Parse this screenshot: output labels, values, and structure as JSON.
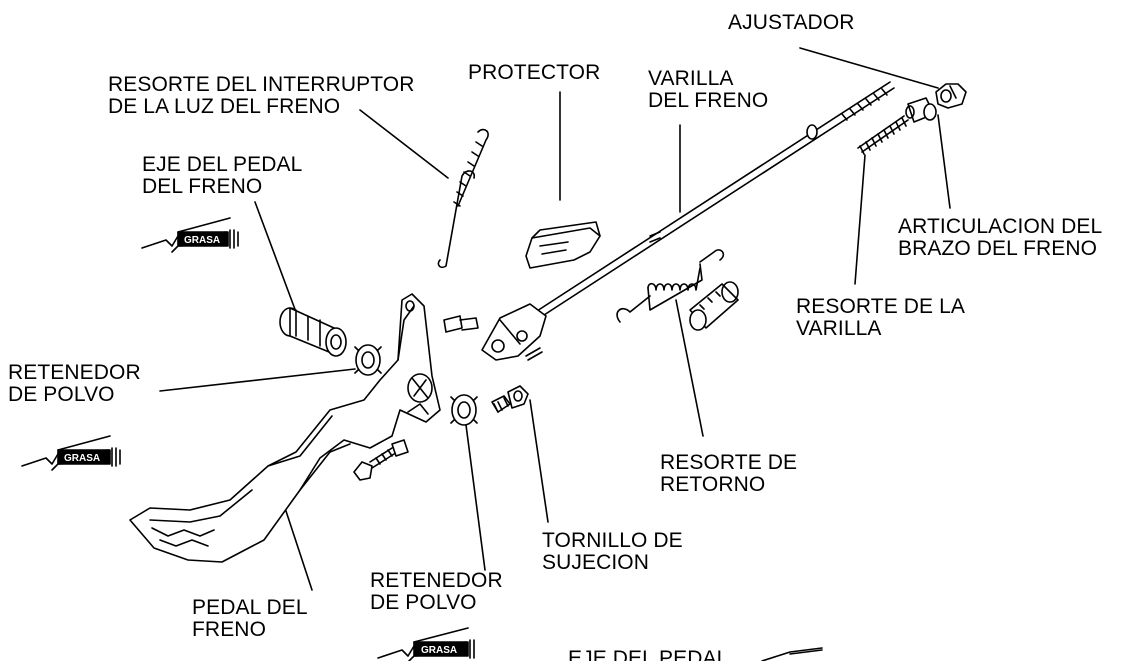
{
  "labels": {
    "ajustador": [
      "AJUSTADOR"
    ],
    "resorte_interruptor": [
      "RESORTE DEL INTERRUPTOR",
      "DE LA LUZ DEL FRENO"
    ],
    "protector": [
      "PROTECTOR"
    ],
    "varilla": [
      "VARILLA",
      "DEL FRENO"
    ],
    "eje_pedal": [
      "EJE DEL PEDAL",
      "DEL FRENO"
    ],
    "articulacion": [
      "ARTICULACION DEL",
      "BRAZO DEL FRENO"
    ],
    "resorte_varilla": [
      "RESORTE DE LA",
      "VARILLA"
    ],
    "retenedor_1": [
      "RETENEDOR",
      "DE POLVO"
    ],
    "resorte_retorno": [
      "RESORTE DE",
      "RETORNO"
    ],
    "tornillo": [
      "TORNILLO DE",
      "SUJECION"
    ],
    "retenedor_2": [
      "RETENEDOR",
      "DE POLVO"
    ],
    "pedal": [
      "PEDAL DEL",
      "FRENO"
    ],
    "eje_pedal_cut": [
      "EJE DEL PEDAL"
    ]
  },
  "grease_label": "GRASA",
  "colors": {
    "ink": "#000000",
    "paper": "#ffffff"
  }
}
